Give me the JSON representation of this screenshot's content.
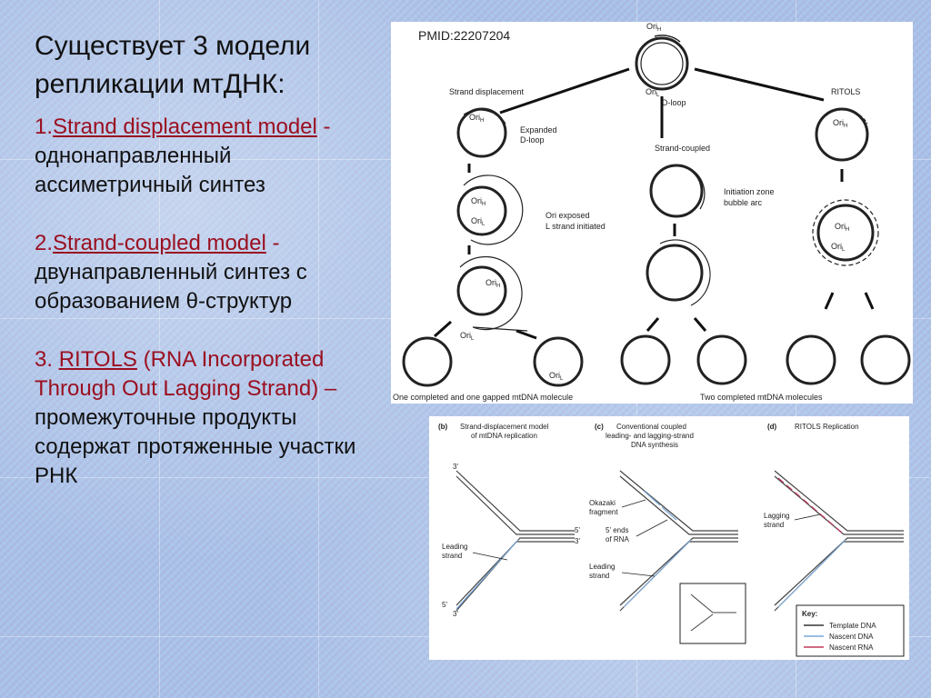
{
  "slide": {
    "title": "Существует 3 модели репликации мтДНК:",
    "item1": {
      "num": "1.",
      "link": "Strand displacement model",
      "dash": " -",
      "desc": "однонаправленный ассиметричный синтез"
    },
    "item2": {
      "num": "2.",
      "link": "Strand-coupled model",
      "dash": " -",
      "desc": "двунаправленный синтез с образованием θ-структур"
    },
    "item3": {
      "num": "3. ",
      "link": "RITOLS",
      "paren": " (RNA Incorporated Through Out Lagging Strand) –",
      "desc": "промежуточные продукты содержат протяженные участки РНК"
    }
  },
  "figure_top": {
    "pmid": "PMID:22207204",
    "ori_h": "Ori",
    "ori_h_sub": "H",
    "ori_l": "Ori",
    "ori_l_sub": "L",
    "dloop": "D-loop",
    "strand_displacement": "Strand displacement",
    "ritols": "RITOLS",
    "strand_coupled": "Strand-coupled",
    "expanded_dloop_1": "Expanded",
    "expanded_dloop_2": "D-loop",
    "ori_l_exposed_1": "Ori  exposed",
    "ori_l_exposed_2": "L strand initiated",
    "initiation_zone_1": "Initiation zone",
    "initiation_zone_2": "bubble arc",
    "caption_left": "One completed and one gapped mtDNA molecule",
    "caption_right": "Two completed mtDNA molecules"
  },
  "figure_bottom": {
    "b_label": "(b)",
    "b_title_1": "Strand-displacement model",
    "b_title_2": "of mtDNA replication",
    "c_label": "(c)",
    "c_title_1": "Conventional coupled",
    "c_title_2": "leading- and lagging-strand",
    "c_title_3": "DNA synthesis",
    "d_label": "(d)",
    "d_title": "RITOLS Replication",
    "three_prime": "3'",
    "five_prime": "5'",
    "leading_1": "Leading",
    "leading_2": "strand",
    "okazaki_1": "Okazaki",
    "okazaki_2": "fragment",
    "ends_1": "5' ends",
    "ends_2": "of RNA",
    "lagging_1": "Lagging",
    "lagging_2": "strand",
    "key_title": "Key:",
    "key_items": [
      "Template DNA",
      "Nascent DNA",
      "Nascent RNA"
    ],
    "key_colors": [
      "#333333",
      "#7aa7d8",
      "#c0395a"
    ]
  }
}
